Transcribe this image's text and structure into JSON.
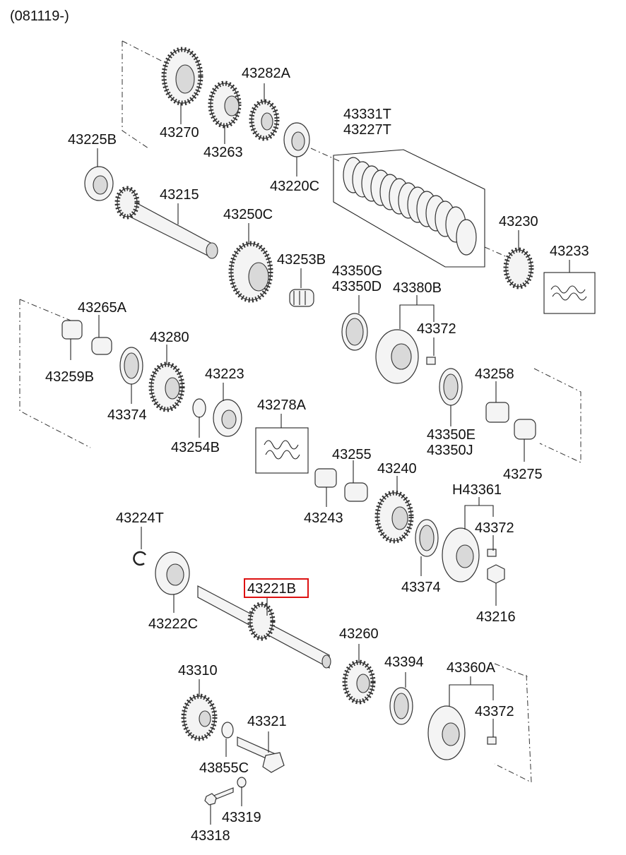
{
  "header": {
    "code": "(081119-)"
  },
  "highlighted_part": "43221B",
  "labels": [
    "43270",
    "43263",
    "43282A",
    "43225B",
    "43220C",
    "43331T",
    "43227T",
    "43215",
    "43250C",
    "43253B",
    "43230",
    "43233",
    "43265A",
    "43350G",
    "43350D",
    "43380B",
    "43372",
    "43280",
    "43223",
    "43259B",
    "43374",
    "43258",
    "43254B",
    "43278A",
    "43350E",
    "43350J",
    "43255",
    "43240",
    "43275",
    "H43361",
    "43224T",
    "43243",
    "43372",
    "43221B",
    "43374",
    "43222C",
    "43216",
    "43260",
    "43310",
    "43394",
    "43360A",
    "43372",
    "43321",
    "43855C",
    "43319",
    "43318"
  ],
  "icons": [
    "gear-icon",
    "bearing-icon",
    "synchro-ring-icon",
    "spring-icon",
    "shaft-icon",
    "bolt-icon",
    "nut-icon",
    "washer-icon",
    "snap-ring-icon",
    "key-icon"
  ]
}
